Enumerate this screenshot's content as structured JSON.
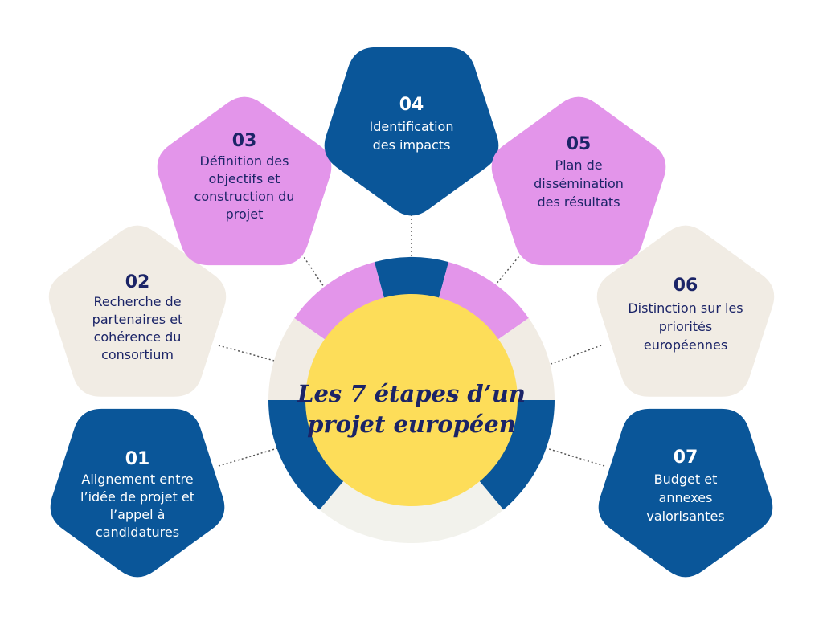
{
  "title": {
    "line1": "Les 7 étapes d’un",
    "line2": "projet européen"
  },
  "colors": {
    "navy": "#0a5699",
    "pink": "#e395ea",
    "beige": "#f1ece4",
    "ring_light": "#f2f2ec",
    "center": "#fddd59",
    "dark_text": "#1b2467",
    "white_text": "#ffffff"
  },
  "steps": [
    {
      "number": "01",
      "lines": [
        "Alignement entre",
        "l’idée de projet et",
        "l’appel à",
        "candidatures"
      ]
    },
    {
      "number": "02",
      "lines": [
        "Recherche de",
        "partenaires et",
        "cohérence du",
        "consortium"
      ]
    },
    {
      "number": "03",
      "lines": [
        "Définition des",
        "objectifs et",
        "construction du",
        "projet"
      ]
    },
    {
      "number": "04",
      "lines": [
        "Identification",
        "des impacts"
      ]
    },
    {
      "number": "05",
      "lines": [
        "Plan de",
        "dissémination",
        "des résultats"
      ]
    },
    {
      "number": "06",
      "lines": [
        "Distinction sur les",
        "priorités",
        "européennes"
      ]
    },
    {
      "number": "07",
      "lines": [
        "Budget et",
        "annexes",
        "valorisantes"
      ]
    }
  ]
}
